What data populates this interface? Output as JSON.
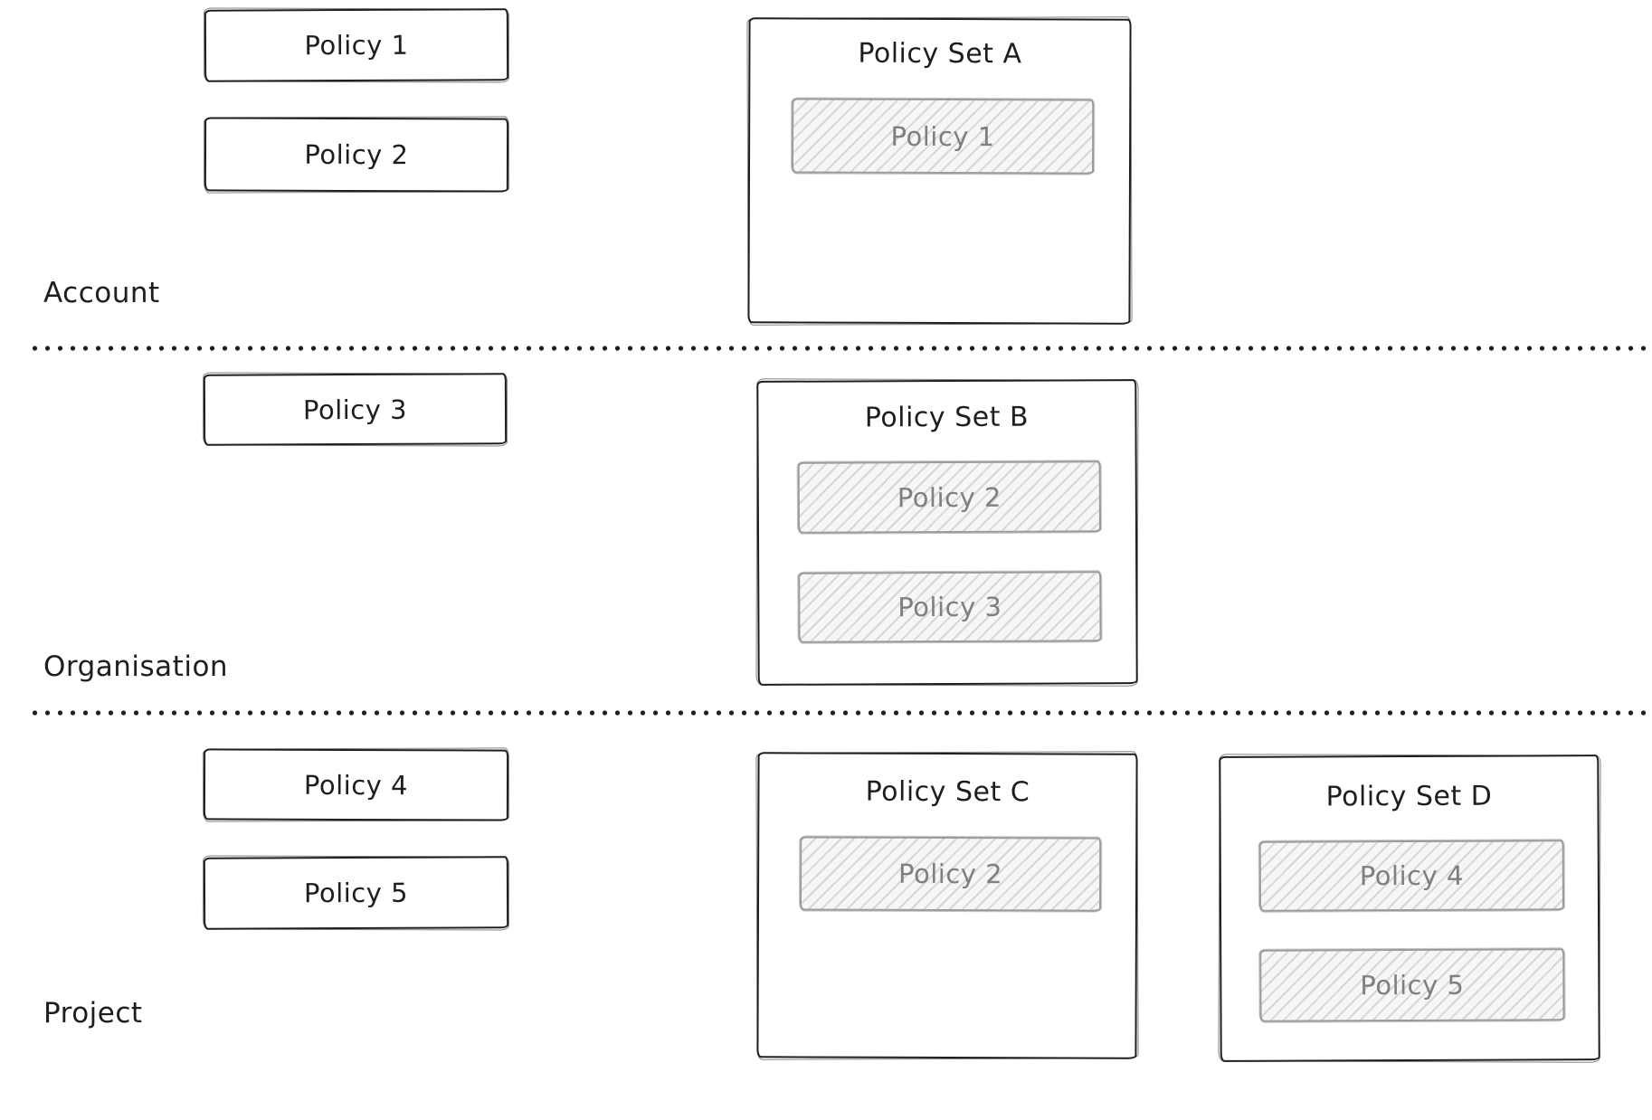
{
  "diagram": {
    "tiers": [
      {
        "label": "Account"
      },
      {
        "label": "Organisation"
      },
      {
        "label": "Project"
      }
    ],
    "standalone_policies": [
      {
        "label": "Policy 1"
      },
      {
        "label": "Policy 2"
      },
      {
        "label": "Policy 3"
      },
      {
        "label": "Policy 4"
      },
      {
        "label": "Policy 5"
      }
    ],
    "policy_sets": [
      {
        "title": "Policy Set A",
        "members": [
          {
            "label": "Policy 1"
          }
        ]
      },
      {
        "title": "Policy Set B",
        "members": [
          {
            "label": "Policy 2"
          },
          {
            "label": "Policy 3"
          }
        ]
      },
      {
        "title": "Policy Set C",
        "members": [
          {
            "label": "Policy 2"
          }
        ]
      },
      {
        "title": "Policy Set D",
        "members": [
          {
            "label": "Policy 4"
          },
          {
            "label": "Policy 5"
          }
        ]
      }
    ],
    "colors": {
      "stroke": "#1e1e1e",
      "muted_stroke": "#9b9b9b",
      "muted_text": "#7f7f7f",
      "hatch_fill": "#f6f6f6",
      "background": "#ffffff"
    }
  }
}
